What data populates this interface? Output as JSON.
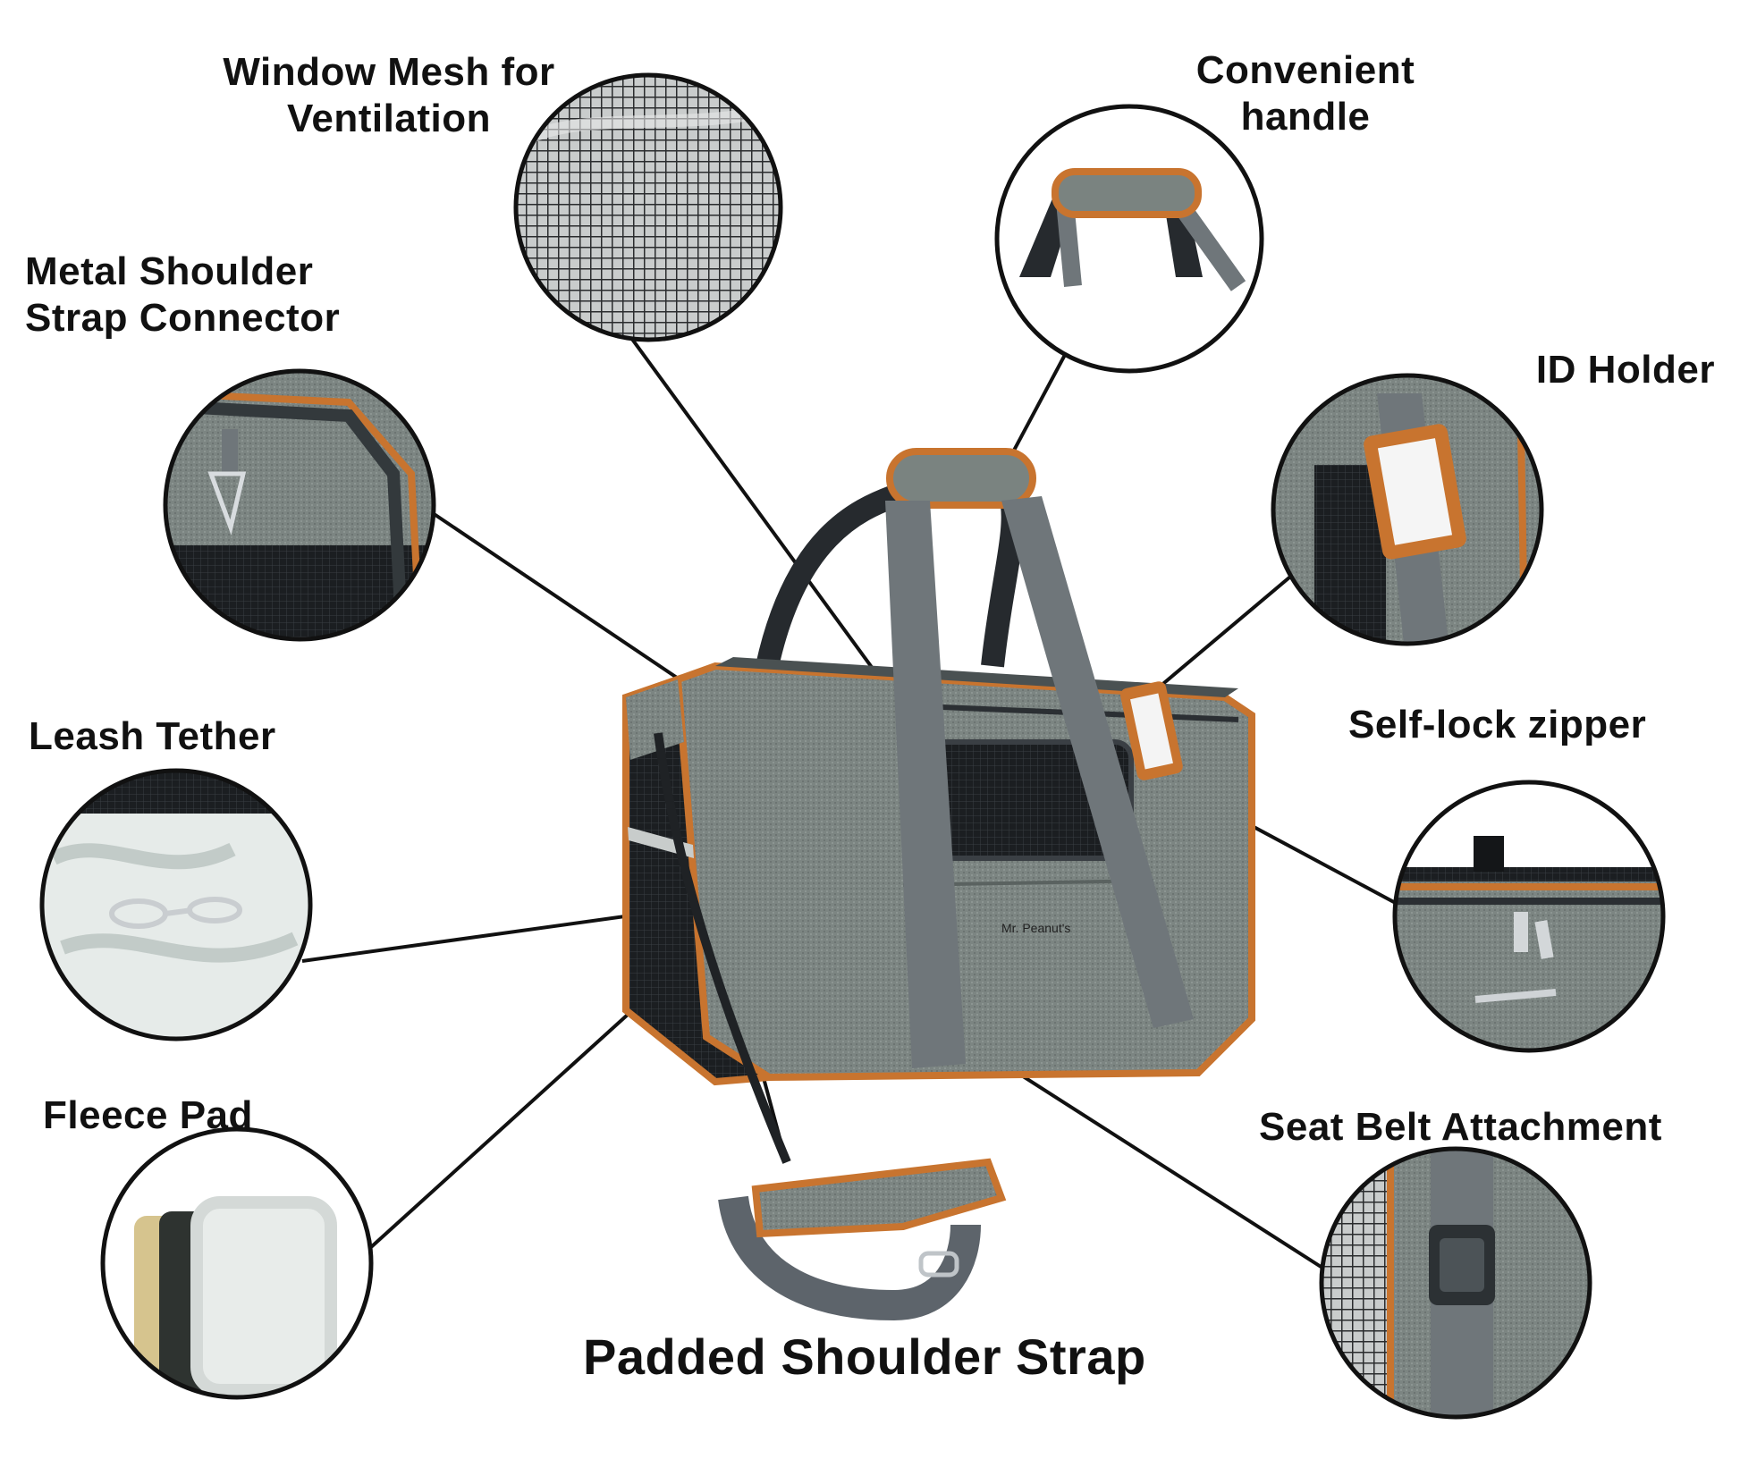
{
  "callouts": {
    "window_mesh": [
      "Window Mesh for",
      "Ventilation"
    ],
    "handle": [
      "Convenient",
      "handle"
    ],
    "metal_connector": [
      "Metal Shoulder",
      "Strap Connector"
    ],
    "id_holder": "ID Holder",
    "leash_tether": "Leash Tether",
    "self_lock_zipper": "Self-lock zipper",
    "fleece_pad": "Fleece Pad",
    "seat_belt": "Seat Belt Attachment",
    "padded_strap": "Padded Shoulder Strap"
  },
  "product": {
    "brand_label": "Mr. Peanut's"
  },
  "colors": {
    "fabric": "#7c8582",
    "fabric_dark": "#5f6765",
    "trim": "#c8742f",
    "strap": "#6f767a",
    "mesh": "#1e2124",
    "fleece": "#e8ecea",
    "outline": "#111111"
  }
}
